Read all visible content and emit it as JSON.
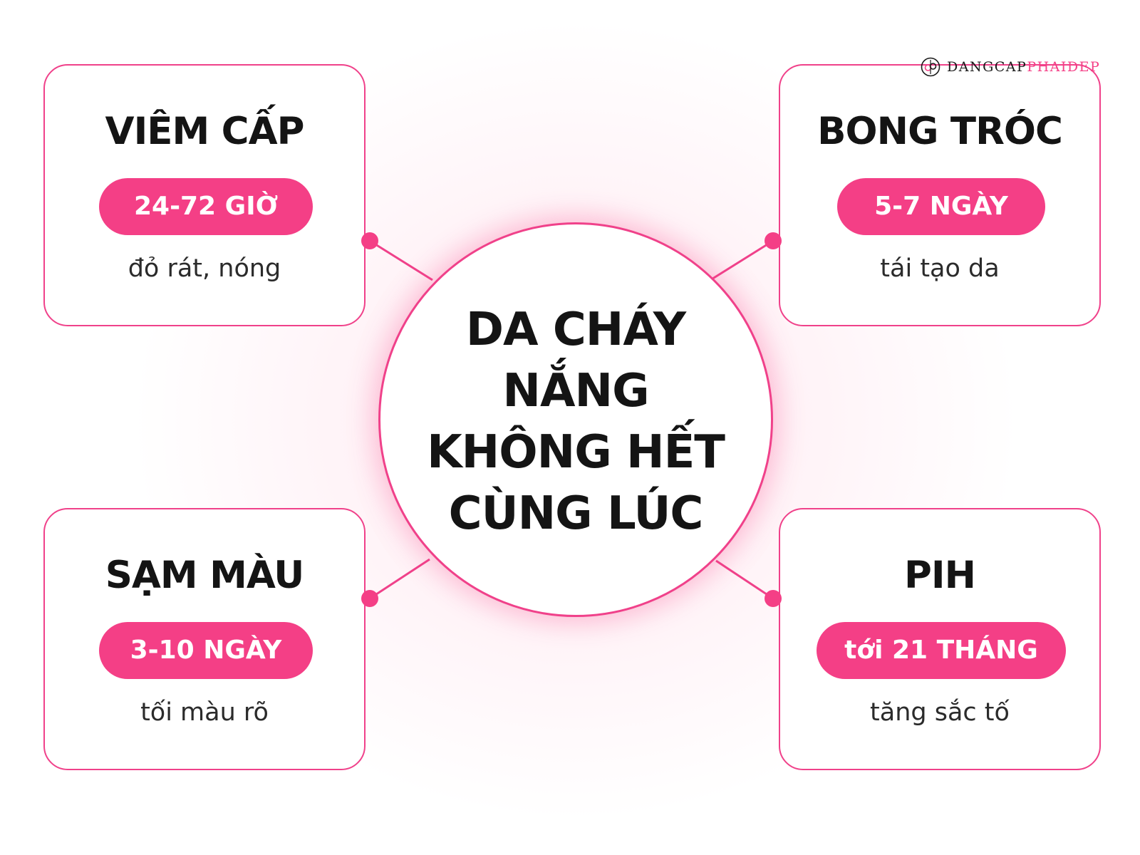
{
  "logo": {
    "icon": "dp-logo-icon",
    "text_dark": "DANGCAP",
    "text_pink": "PHAIDEP"
  },
  "center": {
    "lines": [
      "DA CHÁY",
      "NẮNG",
      "KHÔNG HẾT",
      "CÙNG LÚC"
    ]
  },
  "stages": [
    {
      "title": "VIÊM CẤP",
      "duration": "24-72 GIỜ",
      "desc": "đỏ rát, nóng"
    },
    {
      "title": "BONG TRÓC",
      "duration": "5-7 NGÀY",
      "desc": "tái tạo da"
    },
    {
      "title": "SẠM MÀU",
      "duration": "3-10 NGÀY",
      "desc": "tối màu rõ"
    },
    {
      "title": "PIH",
      "duration": "tới 21 THÁNG",
      "desc": "tăng sắc tố"
    }
  ],
  "colors": {
    "accent": "#f43f86",
    "border": "#f0418a",
    "text": "#141414"
  }
}
